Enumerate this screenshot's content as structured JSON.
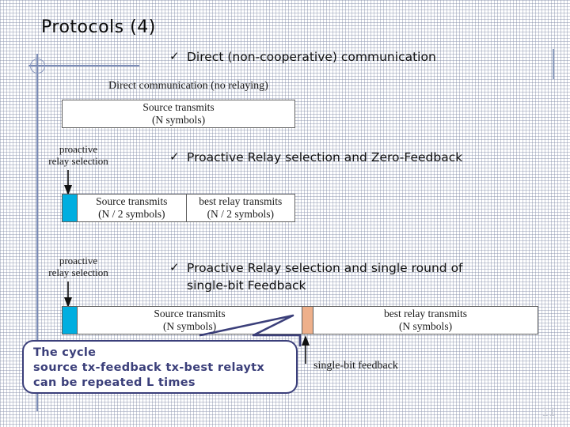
{
  "slide": {
    "title": "Protocols (4)",
    "page_number": "11",
    "accent_line_color": "#7a8bb5",
    "callout_color": "#3b3f7a",
    "cyan_block_color": "#00aee0",
    "orange_block_color": "#eeb08b"
  },
  "bullets": [
    {
      "marker": "✓",
      "text": "Direct (non-cooperative) communication"
    },
    {
      "marker": "✓",
      "text": "Proactive Relay selection and Zero-Feedback"
    },
    {
      "marker": "✓",
      "line1": "Proactive Relay selection and single round of",
      "line2": "single-bit Feedback"
    }
  ],
  "diagrams": [
    {
      "id": "direct",
      "caption": "Direct communication (no relaying)",
      "cells": [
        {
          "line1": "Source transmits",
          "line2": "(N symbols)"
        }
      ]
    },
    {
      "id": "zero-feedback",
      "arrow_label_line1": "proactive",
      "arrow_label_line2": "relay selection",
      "cells": [
        {
          "type": "swatch",
          "color": "#00aee0"
        },
        {
          "line1": "Source transmits",
          "line2": "(N / 2 symbols)"
        },
        {
          "line1": "best relay transmits",
          "line2": "(N / 2 symbols)"
        }
      ]
    },
    {
      "id": "single-bit-feedback",
      "arrow_label_line1": "proactive",
      "arrow_label_line2": "relay selection",
      "feedback_label": "single-bit feedback",
      "cells": [
        {
          "type": "swatch",
          "color": "#00aee0"
        },
        {
          "line1": "Source transmits",
          "line2": "(N symbols)"
        },
        {
          "type": "swatch",
          "color": "#eeb08b"
        },
        {
          "line1": "best relay transmits",
          "line2": "(N symbols)"
        }
      ]
    }
  ],
  "callout": {
    "line1": "The cycle",
    "line2": "source tx-feedback tx-best relaytx",
    "line3": "can be repeated L times"
  }
}
